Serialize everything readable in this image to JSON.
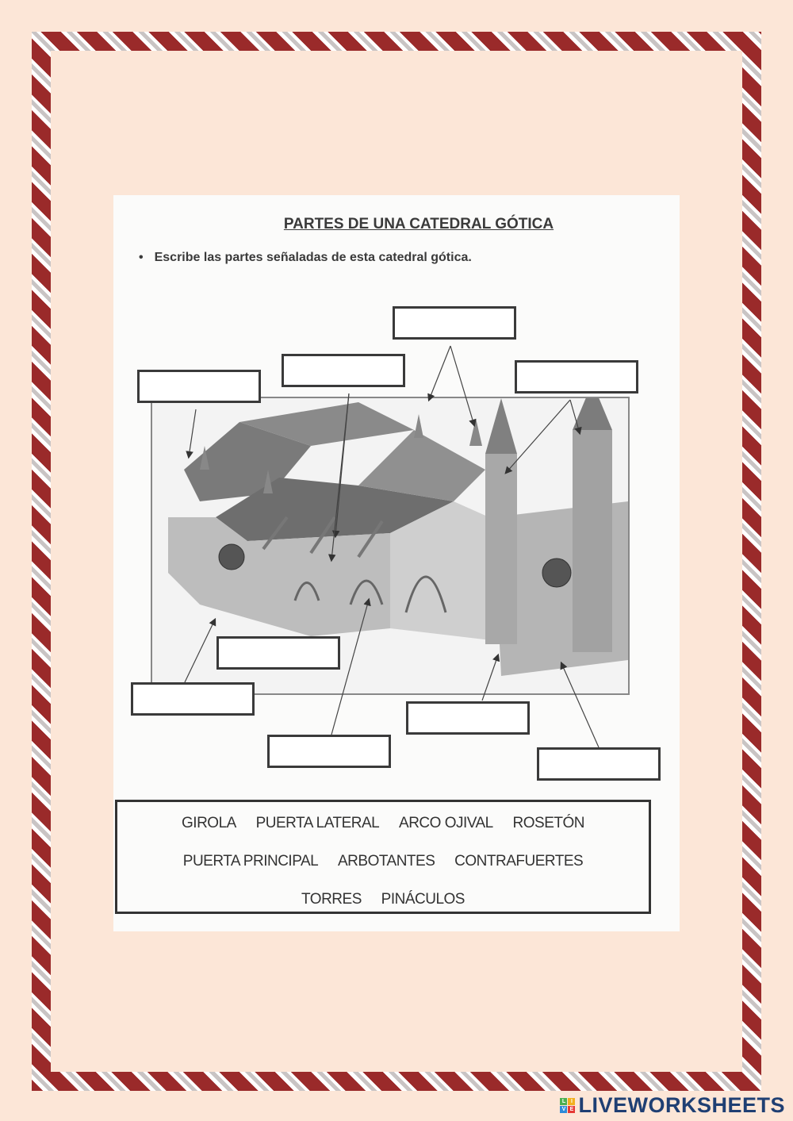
{
  "worksheet": {
    "title": "PARTES DE UNA CATEDRAL GÓTICA",
    "instruction_bullet": "•",
    "instruction": "Escribe las partes señaladas de esta catedral gótica.",
    "image_description": "Gothic cathedral isometric illustration"
  },
  "answer_boxes": [
    {
      "id": "box-1",
      "value": ""
    },
    {
      "id": "box-2",
      "value": ""
    },
    {
      "id": "box-3",
      "value": ""
    },
    {
      "id": "box-4",
      "value": ""
    },
    {
      "id": "box-5",
      "value": ""
    },
    {
      "id": "box-6",
      "value": ""
    },
    {
      "id": "box-7",
      "value": ""
    },
    {
      "id": "box-8",
      "value": ""
    },
    {
      "id": "box-9",
      "value": ""
    }
  ],
  "word_bank": {
    "row1": [
      "GIROLA",
      "PUERTA LATERAL",
      "ARCO OJIVAL",
      "ROSETÓN"
    ],
    "row2": [
      "PUERTA PRINCIPAL",
      "ARBOTANTES",
      "CONTRAFUERTES"
    ],
    "row3": [
      "TORRES",
      "PINÁCULOS"
    ]
  },
  "branding": {
    "logo_letters": [
      "L",
      "I",
      "V",
      "E"
    ],
    "logo_text": "LIVEWORKSHEETS",
    "logo_color": "#1f3f73"
  },
  "colors": {
    "background": "#fce6d7",
    "border_red": "#9a2a2a",
    "sheet": "#fbfbfa"
  }
}
